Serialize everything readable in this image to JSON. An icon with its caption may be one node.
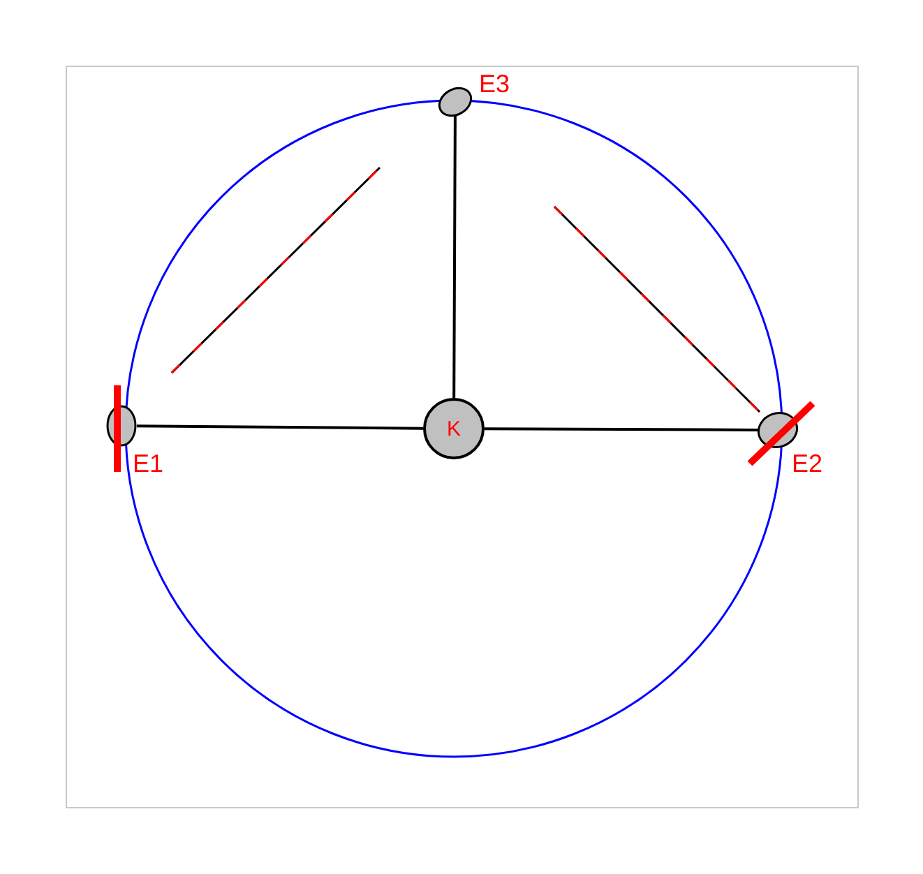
{
  "diagram": {
    "nodes": [
      {
        "text": [],
        "shape": "ellipse",
        "beside": [
          "E3"
        ]
      },
      {
        "text": [],
        "shape": "ellipse",
        "beside": [
          "E1"
        ]
      },
      {
        "text": [
          "K"
        ]
      },
      {
        "text": [],
        "shape": "ellipse",
        "beside": [
          "E2"
        ]
      }
    ],
    "edges": [
      {
        "from": 2,
        "to": 1,
        "arrow": "none"
      },
      {
        "from": 2,
        "to": 3,
        "arrow": "none"
      },
      {
        "from": 2,
        "to": 0,
        "arrow": "none"
      }
    ]
  }
}
